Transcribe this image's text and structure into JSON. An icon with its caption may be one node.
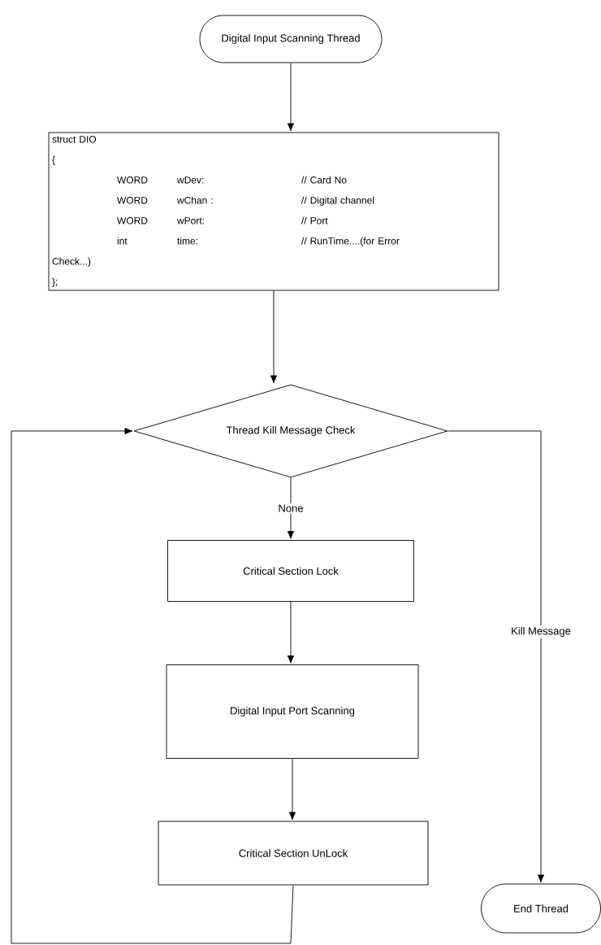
{
  "diagram": {
    "nodes": [
      {
        "text": [
          "Digital Input Scanning Thread"
        ]
      },
      {
        "text": [
          "struct DIO",
          "{",
          "WORD",
          "wDev:",
          "// Card No",
          "WORD",
          "wChan :",
          "// Digital channel",
          "WORD",
          "wPort:",
          "// Port",
          "int",
          "time:",
          "// RunTime....(for Error Check...)",
          "};"
        ]
      },
      {
        "text": [
          "Thread Kill Message Check"
        ]
      },
      {
        "text": [
          "Critical Section Lock"
        ]
      },
      {
        "text": [
          "Digital Input Port Scanning"
        ]
      },
      {
        "text": [
          "Critical Section UnLock"
        ]
      },
      {
        "text": [
          "End Thread"
        ]
      }
    ],
    "edges": [
      {
        "from": 0,
        "to": 1,
        "arrow": "to"
      },
      {
        "from": 1,
        "to": 2,
        "arrow": "to"
      },
      {
        "from": 2,
        "to": 3,
        "arrow": "to",
        "label": "None"
      },
      {
        "from": 3,
        "to": 4,
        "arrow": "to"
      },
      {
        "from": 4,
        "to": 5,
        "arrow": "to"
      },
      {
        "from": 5,
        "to": 2,
        "arrow": "to"
      },
      {
        "from": 2,
        "to": 6,
        "arrow": "to",
        "label": "Kill Message"
      }
    ]
  }
}
